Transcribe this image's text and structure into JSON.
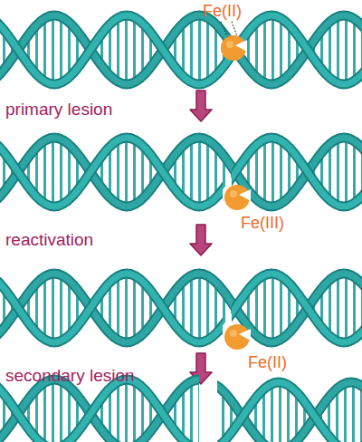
{
  "diagram": {
    "labels": [
      "Fe(II)",
      "primary lesion",
      "Fe(III)",
      "reactivation",
      "Fe(II)",
      "secondary lesion"
    ]
  }
}
